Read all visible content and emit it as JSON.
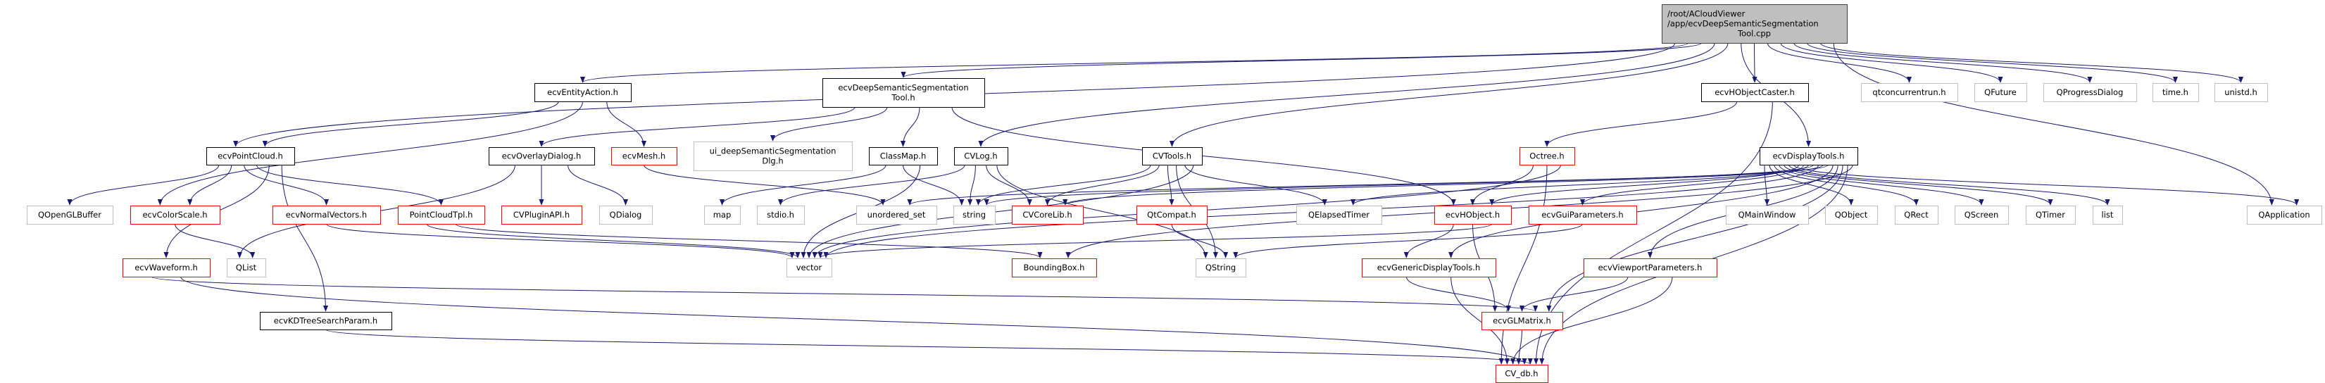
{
  "diagram": {
    "type": "include-dependency-graph",
    "colors": {
      "edge": "#191970",
      "root_fill": "#bfbfbf",
      "documented_border": "#000000",
      "incomplete_border": "#ff0000",
      "external_border": "#bfbfbf"
    },
    "nodes": [
      {
        "id": "root",
        "lines": [
          "/root/ACloudViewer",
          "/app/ecvDeepSemanticSegmentation",
          "Tool.cpp"
        ],
        "kind": "root"
      },
      {
        "id": "entityaction",
        "lines": [
          "ecvEntityAction.h"
        ],
        "kind": "documented"
      },
      {
        "id": "dsst",
        "lines": [
          "ecvDeepSemanticSegmentation",
          "Tool.h"
        ],
        "kind": "documented"
      },
      {
        "id": "hobjcaster",
        "lines": [
          "ecvHObjectCaster.h"
        ],
        "kind": "documented"
      },
      {
        "id": "qtconc",
        "lines": [
          "qtconcurrentrun.h"
        ],
        "kind": "external"
      },
      {
        "id": "qfuture",
        "lines": [
          "QFuture"
        ],
        "kind": "external"
      },
      {
        "id": "qprog",
        "lines": [
          "QProgressDialog"
        ],
        "kind": "external"
      },
      {
        "id": "time",
        "lines": [
          "time.h"
        ],
        "kind": "external"
      },
      {
        "id": "unistd",
        "lines": [
          "unistd.h"
        ],
        "kind": "external"
      },
      {
        "id": "pointcloud",
        "lines": [
          "ecvPointCloud.h"
        ],
        "kind": "documented"
      },
      {
        "id": "overlay",
        "lines": [
          "ecvOverlayDialog.h"
        ],
        "kind": "documented"
      },
      {
        "id": "mesh",
        "lines": [
          "ecvMesh.h"
        ],
        "kind": "incomplete"
      },
      {
        "id": "uidlg",
        "lines": [
          "ui_deepSemanticSegmentation",
          "Dlg.h"
        ],
        "kind": "external"
      },
      {
        "id": "classmap",
        "lines": [
          "ClassMap.h"
        ],
        "kind": "documented"
      },
      {
        "id": "cvlog",
        "lines": [
          "CVLog.h"
        ],
        "kind": "documented"
      },
      {
        "id": "cvtools",
        "lines": [
          "CVTools.h"
        ],
        "kind": "documented"
      },
      {
        "id": "octree",
        "lines": [
          "Octree.h"
        ],
        "kind": "incomplete"
      },
      {
        "id": "displaytools",
        "lines": [
          "ecvDisplayTools.h"
        ],
        "kind": "documented"
      },
      {
        "id": "qopenglbuffer",
        "lines": [
          "QOpenGLBuffer"
        ],
        "kind": "external"
      },
      {
        "id": "colorscale",
        "lines": [
          "ecvColorScale.h"
        ],
        "kind": "incomplete"
      },
      {
        "id": "normalvectors",
        "lines": [
          "ecvNormalVectors.h"
        ],
        "kind": "incomplete"
      },
      {
        "id": "pctpl",
        "lines": [
          "PointCloudTpl.h"
        ],
        "kind": "incomplete"
      },
      {
        "id": "pluginapi",
        "lines": [
          "CVPluginAPI.h"
        ],
        "kind": "incomplete"
      },
      {
        "id": "qdialog",
        "lines": [
          "QDialog"
        ],
        "kind": "external"
      },
      {
        "id": "map",
        "lines": [
          "map"
        ],
        "kind": "external"
      },
      {
        "id": "stdio",
        "lines": [
          "stdio.h"
        ],
        "kind": "external"
      },
      {
        "id": "uset",
        "lines": [
          "unordered_set"
        ],
        "kind": "external"
      },
      {
        "id": "string",
        "lines": [
          "string"
        ],
        "kind": "external"
      },
      {
        "id": "corelib",
        "lines": [
          "CVCoreLib.h"
        ],
        "kind": "incomplete"
      },
      {
        "id": "qtcompat",
        "lines": [
          "QtCompat.h"
        ],
        "kind": "incomplete"
      },
      {
        "id": "qelapsed",
        "lines": [
          "QElapsedTimer"
        ],
        "kind": "external"
      },
      {
        "id": "hobject",
        "lines": [
          "ecvHObject.h"
        ],
        "kind": "incomplete"
      },
      {
        "id": "guiparams",
        "lines": [
          "ecvGuiParameters.h"
        ],
        "kind": "incomplete"
      },
      {
        "id": "qmainwindow",
        "lines": [
          "QMainWindow"
        ],
        "kind": "external"
      },
      {
        "id": "qobject",
        "lines": [
          "QObject"
        ],
        "kind": "external"
      },
      {
        "id": "qrect",
        "lines": [
          "QRect"
        ],
        "kind": "external"
      },
      {
        "id": "qscreen",
        "lines": [
          "QScreen"
        ],
        "kind": "external"
      },
      {
        "id": "qtimer",
        "lines": [
          "QTimer"
        ],
        "kind": "external"
      },
      {
        "id": "list",
        "lines": [
          "list"
        ],
        "kind": "external"
      },
      {
        "id": "qapplication",
        "lines": [
          "QApplication"
        ],
        "kind": "external"
      },
      {
        "id": "waveform",
        "lines": [
          "ecvWaveform.h"
        ],
        "kind": "incomplete"
      },
      {
        "id": "qlist",
        "lines": [
          "QList"
        ],
        "kind": "external"
      },
      {
        "id": "vector",
        "lines": [
          "vector"
        ],
        "kind": "external"
      },
      {
        "id": "bbox",
        "lines": [
          "BoundingBox.h"
        ],
        "kind": "incomplete"
      },
      {
        "id": "qstring",
        "lines": [
          "QString"
        ],
        "kind": "external"
      },
      {
        "id": "gendisplay",
        "lines": [
          "ecvGenericDisplayTools.h"
        ],
        "kind": "incomplete"
      },
      {
        "id": "viewport",
        "lines": [
          "ecvViewportParameters.h"
        ],
        "kind": "incomplete"
      },
      {
        "id": "kdtree",
        "lines": [
          "ecvKDTreeSearchParam.h"
        ],
        "kind": "documented"
      },
      {
        "id": "glmatrix",
        "lines": [
          "ecvGLMatrix.h"
        ],
        "kind": "incomplete"
      },
      {
        "id": "cvdb",
        "lines": [
          "CV_db.h"
        ],
        "kind": "incomplete"
      }
    ],
    "edges": [
      [
        "root",
        "pointcloud"
      ],
      [
        "root",
        "entityaction"
      ],
      [
        "root",
        "dsst"
      ],
      [
        "root",
        "cvlog"
      ],
      [
        "root",
        "cvtools"
      ],
      [
        "root",
        "displaytools"
      ],
      [
        "root",
        "hobjcaster"
      ],
      [
        "root",
        "qtconc"
      ],
      [
        "root",
        "qfuture"
      ],
      [
        "root",
        "qprog"
      ],
      [
        "root",
        "time"
      ],
      [
        "root",
        "unistd"
      ],
      [
        "root",
        "qapplication"
      ],
      [
        "entityaction",
        "pointcloud"
      ],
      [
        "entityaction",
        "colorscale"
      ],
      [
        "entityaction",
        "mesh"
      ],
      [
        "dsst",
        "overlay"
      ],
      [
        "dsst",
        "uidlg"
      ],
      [
        "dsst",
        "classmap"
      ],
      [
        "dsst",
        "hobject"
      ],
      [
        "pointcloud",
        "qopenglbuffer"
      ],
      [
        "pointcloud",
        "colorscale"
      ],
      [
        "pointcloud",
        "normalvectors"
      ],
      [
        "pointcloud",
        "pctpl"
      ],
      [
        "pointcloud",
        "waveform"
      ],
      [
        "pointcloud",
        "kdtree"
      ],
      [
        "overlay",
        "qlist"
      ],
      [
        "overlay",
        "pluginapi"
      ],
      [
        "overlay",
        "qdialog"
      ],
      [
        "colorscale",
        "qlist"
      ],
      [
        "normalvectors",
        "vector"
      ],
      [
        "pctpl",
        "vector"
      ],
      [
        "pctpl",
        "bbox"
      ],
      [
        "mesh",
        "uset"
      ],
      [
        "classmap",
        "map"
      ],
      [
        "classmap",
        "string"
      ],
      [
        "classmap",
        "vector"
      ],
      [
        "cvlog",
        "stdio"
      ],
      [
        "cvlog",
        "string"
      ],
      [
        "cvlog",
        "corelib"
      ],
      [
        "cvlog",
        "qstring"
      ],
      [
        "cvtools",
        "string"
      ],
      [
        "cvtools",
        "corelib"
      ],
      [
        "cvtools",
        "qtcompat"
      ],
      [
        "cvtools",
        "qstring"
      ],
      [
        "cvtools",
        "qelapsed"
      ],
      [
        "cvtools",
        "vector"
      ],
      [
        "octree",
        "hobject"
      ],
      [
        "octree",
        "cvdb"
      ],
      [
        "octree",
        "vector"
      ],
      [
        "qtcompat",
        "qstring"
      ],
      [
        "hobject",
        "gendisplay"
      ],
      [
        "hobject",
        "glmatrix"
      ],
      [
        "hobject",
        "vector"
      ],
      [
        "guiparams",
        "qstring"
      ],
      [
        "gendisplay",
        "glmatrix"
      ],
      [
        "gendisplay",
        "cvdb"
      ],
      [
        "viewport",
        "glmatrix"
      ],
      [
        "viewport",
        "cvdb"
      ],
      [
        "glmatrix",
        "cvdb"
      ],
      [
        "waveform",
        "glmatrix"
      ],
      [
        "waveform",
        "cvdb"
      ],
      [
        "kdtree",
        "cvdb"
      ],
      [
        "hobjcaster",
        "octree"
      ],
      [
        "hobjcaster",
        "cvdb"
      ],
      [
        "displaytools",
        "qmainwindow"
      ],
      [
        "displaytools",
        "qobject"
      ],
      [
        "displaytools",
        "qrect"
      ],
      [
        "displaytools",
        "qscreen"
      ],
      [
        "displaytools",
        "qtimer"
      ],
      [
        "displaytools",
        "list"
      ],
      [
        "displaytools",
        "qapplication"
      ],
      [
        "displaytools",
        "hobject"
      ],
      [
        "displaytools",
        "guiparams"
      ],
      [
        "displaytools",
        "qelapsed"
      ],
      [
        "displaytools",
        "string"
      ],
      [
        "displaytools",
        "vector"
      ],
      [
        "displaytools",
        "corelib"
      ],
      [
        "displaytools",
        "uset"
      ],
      [
        "displaytools",
        "gendisplay"
      ],
      [
        "displaytools",
        "viewport"
      ],
      [
        "displaytools",
        "glmatrix"
      ],
      [
        "displaytools",
        "cvdb"
      ],
      [
        "displaytools",
        "bbox"
      ]
    ]
  }
}
